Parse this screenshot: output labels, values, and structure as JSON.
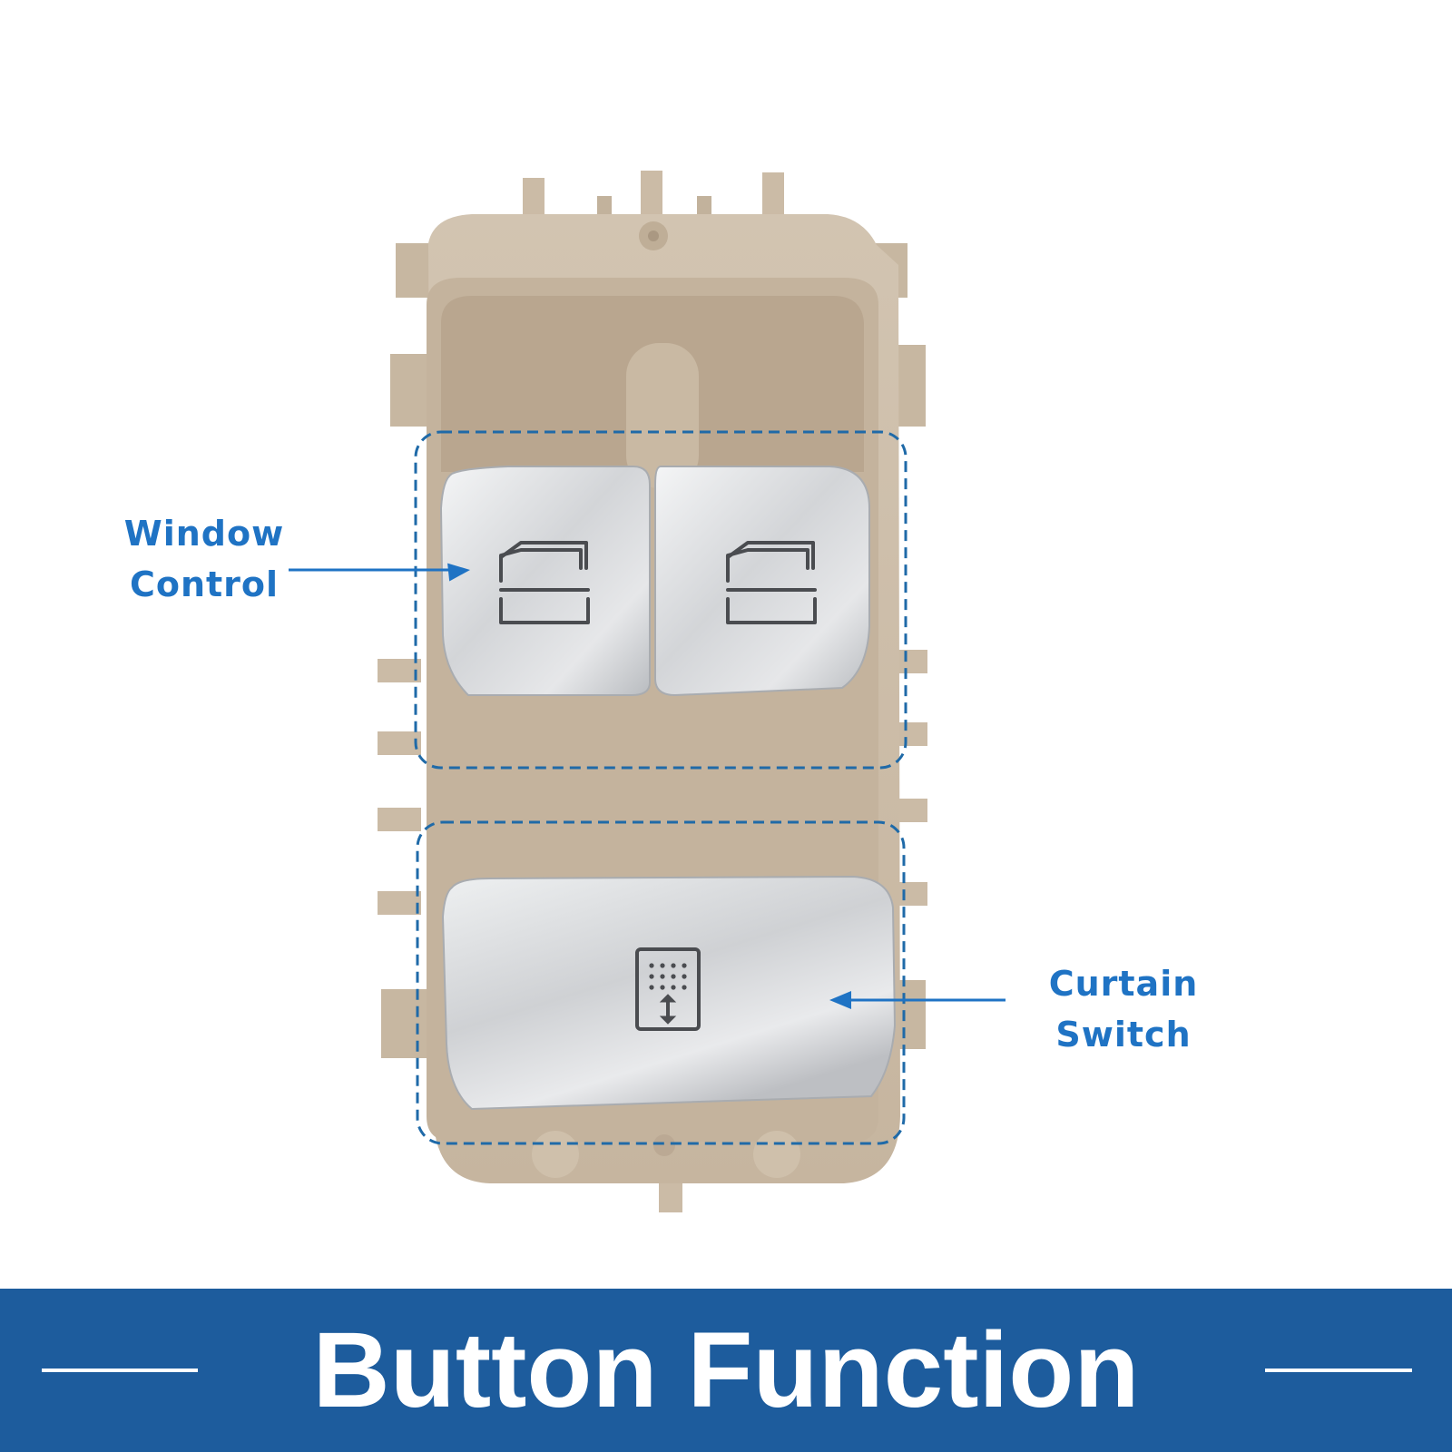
{
  "callouts": {
    "window_control": {
      "line1": "Window",
      "line2": "Control"
    },
    "curtain_switch": {
      "line1": "Curtain",
      "line2": "Switch"
    }
  },
  "banner": {
    "title": "Button Function"
  },
  "colors": {
    "accent_blue": "#1f73c4",
    "banner_blue": "#1d5c9d",
    "housing_beige": "#cbbba6",
    "button_silver": "#dcdde0"
  },
  "icons": [
    "window-lift-icon",
    "window-lift-icon",
    "curtain-icon",
    "arrow-left-icon"
  ]
}
